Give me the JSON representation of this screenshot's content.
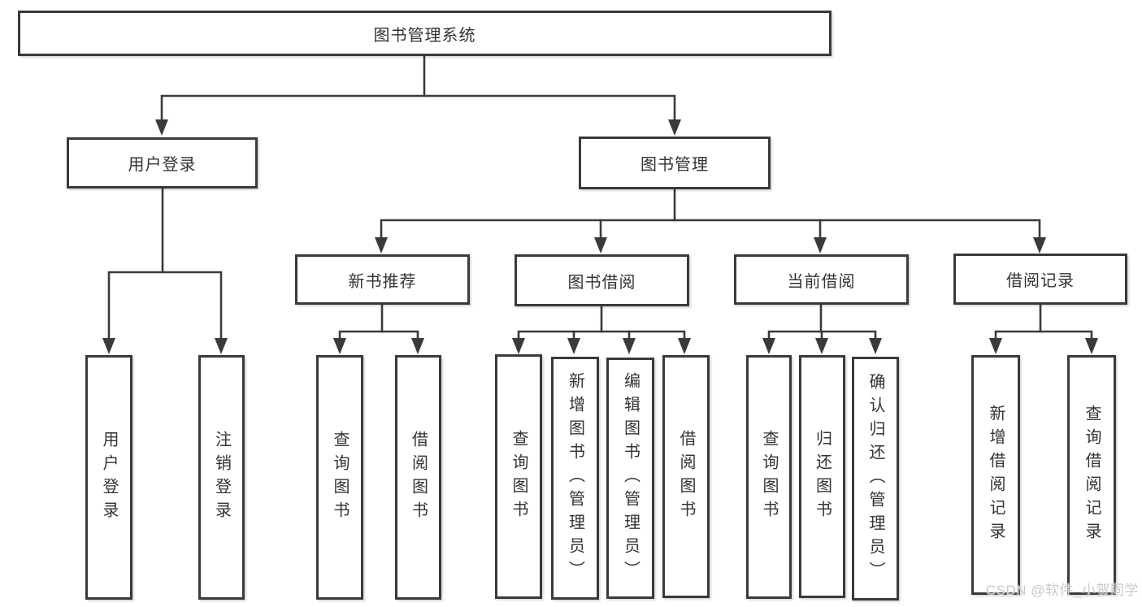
{
  "diagram": {
    "root": {
      "label": "图书管理系统"
    },
    "branches": [
      {
        "label": "用户登录",
        "children": [
          {
            "label": "用户登录"
          },
          {
            "label": "注销登录"
          }
        ]
      },
      {
        "label": "图书管理",
        "children": [
          {
            "label": "新书推荐",
            "children": [
              {
                "label": "查询图书"
              },
              {
                "label": "借阅图书"
              }
            ]
          },
          {
            "label": "图书借阅",
            "children": [
              {
                "label": "查询图书"
              },
              {
                "label": "新增图书（管理员）"
              },
              {
                "label": "编辑图书（管理员）"
              },
              {
                "label": "借阅图书"
              }
            ]
          },
          {
            "label": "当前借阅",
            "children": [
              {
                "label": "查询图书"
              },
              {
                "label": "归还图书"
              },
              {
                "label": "确认归还（管理员）"
              }
            ]
          },
          {
            "label": "借阅记录",
            "children": [
              {
                "label": "新增借阅记录"
              },
              {
                "label": "查询借阅记录"
              }
            ]
          }
        ]
      }
    ],
    "watermark": "CSDN @软件_小贺同学",
    "colors": {
      "line": "#3a3a3a",
      "text": "#333333",
      "watermark": "#c8c8c8",
      "background": "#ffffff"
    }
  }
}
